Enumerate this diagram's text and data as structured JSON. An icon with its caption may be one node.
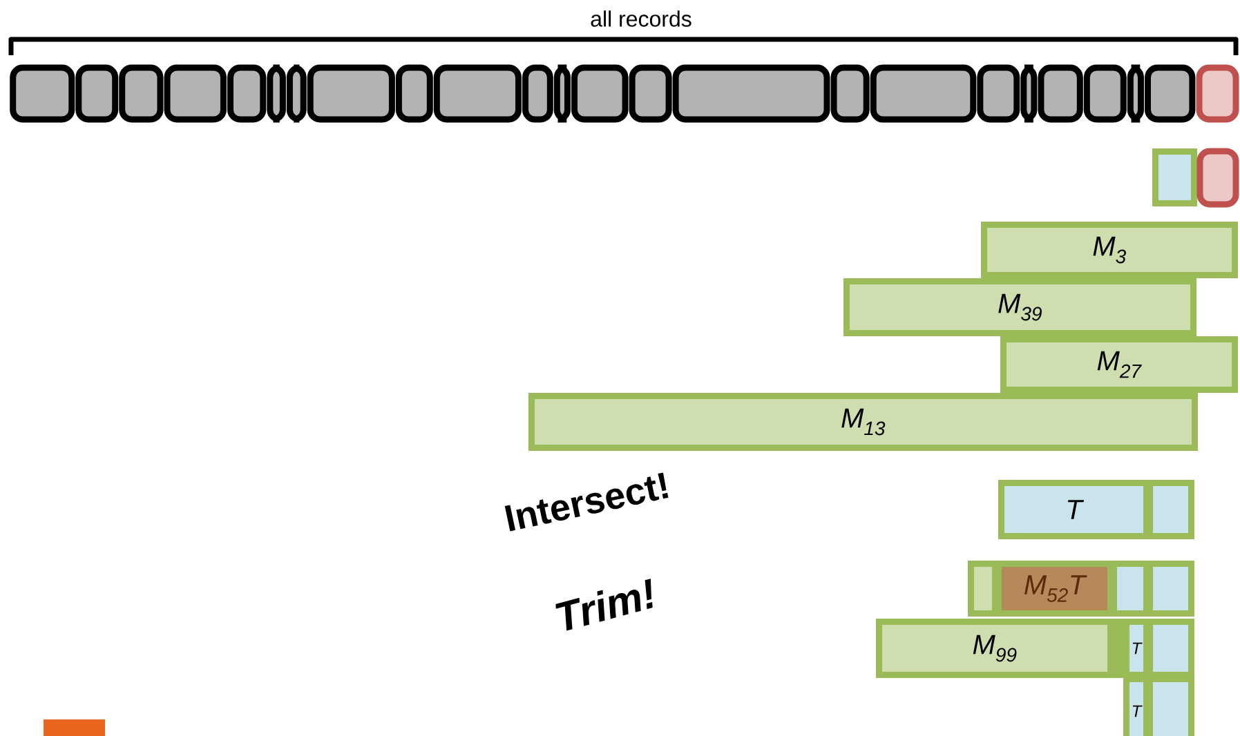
{
  "diagram": {
    "nodes": [
      {
        "text": [
          "M$_{3}$"
        ]
      },
      {
        "text": [
          "M$_{39}$"
        ]
      },
      {
        "text": [
          "M$_{27}$"
        ]
      },
      {
        "text": [
          "M$_{13}$"
        ]
      },
      {
        "text": [
          "T"
        ]
      },
      {
        "text": [
          "M$_{52}$T"
        ]
      },
      {
        "text": [
          "M$_{99}$"
        ]
      },
      {
        "text": [
          "T"
        ]
      },
      {
        "text": [
          "T"
        ]
      }
    ],
    "labels": [
      "all records",
      "Intersect!",
      "Trim!"
    ]
  }
}
